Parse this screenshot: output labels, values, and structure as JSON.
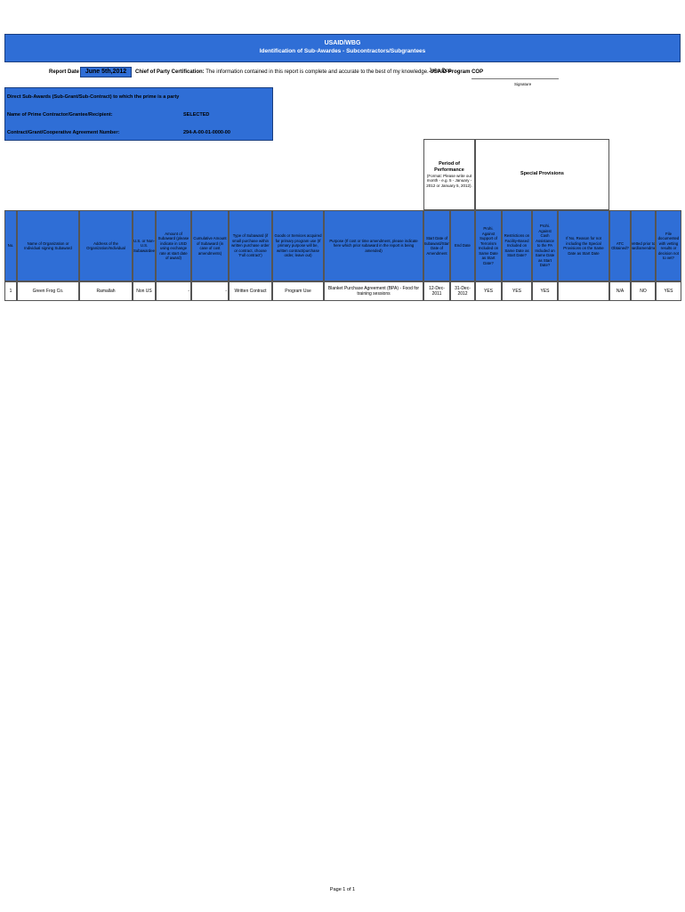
{
  "title": {
    "line1": "USAID/WBG",
    "line2": "Identification of Sub-Awardes - Subcontractors/Subgrantees"
  },
  "report": {
    "date_label": "Report Date :",
    "date_value": "June 5th,2012",
    "cert_label": "Chief of Party Certification:",
    "cert_text": "The information contained in this report is complete and accurate to the best of my knowledge.",
    "cert_org": "USAID Program COP",
    "signer": "John Doe",
    "signature_label": "Signature"
  },
  "info": {
    "direct_sub_awards": "Direct Sub-Awards (Sub-Grant/Sub-Contract) to which the prime is a party",
    "prime_label": "Name of Prime Contractor/Grantee/Recipient:",
    "prime_value": "SELECTED",
    "agreement_label": "Contract/Grant/Cooperative Agreement Number:",
    "agreement_value": "294-A-00-01-0000-00"
  },
  "header_groups": {
    "period": "Period of Performance",
    "period_note": "(Format: Please write out month - e.g. 5 - January - 2012 or January 5, 2012).",
    "special": "Special Provisions"
  },
  "columns": {
    "no": "No.",
    "name": "Name of Organization or Individual signing Subaward",
    "address": "Address of the Organization/Individual",
    "us": "U.S. or Non-U.S. Subawardee",
    "amount": "Amount of Subaward (please indicate in USD using exchange rate at start date of award)",
    "cumulative": "Cumulative Amount of Subaward (in case of cost amendments)",
    "type": "Type of Subaward (if small purchase within written purchase order or contract, choose 'Full contract')",
    "goods": "Goods or Services acquired for primary program use (If primary purpose will be, written contract/purchase order, leave out)",
    "purpose": "Purpose (If cost or time amendment, please indicate here which prior subaward in the report is being amended)",
    "start": "Start Date of Subaward/Start Date of Amendment",
    "end": "End Date",
    "prov1": "Prohi. Against Support of Terrorism Included on Same Date as Start Date?",
    "prov2": "Restrictions on Facility-Based Included on Same Date as Start Date?",
    "prov3": "Prohi. Against Cash Assistance to the PA Included on Same Date as Start Date?",
    "reason": "If No, Reason for not including the Special Provisions on the Same Date as Start Date",
    "atc": "ATC Obtained?",
    "vetted": "Vetted prior to award/amendment",
    "doc": "File documented with vetting results or decision not to vet?"
  },
  "rows": [
    {
      "no": "1",
      "name": "Green Frog Co.",
      "address": "Ramallah",
      "us": "Non US",
      "amount": "-",
      "cumulative": "-",
      "type": "Written Contract",
      "goods": "Program Use",
      "purpose": "Blanket Purchase Agreement (BPA) - Food for training sessions",
      "start": "12-Dec-2011",
      "end": "31-Dec-2012",
      "prov1": "YES",
      "prov2": "YES",
      "prov3": "YES",
      "reason": "",
      "atc": "N/A",
      "vetted": "NO",
      "doc": "YES"
    }
  ],
  "footer": "Page 1 of 1",
  "colors": {
    "accent": "#2f6ed6"
  }
}
